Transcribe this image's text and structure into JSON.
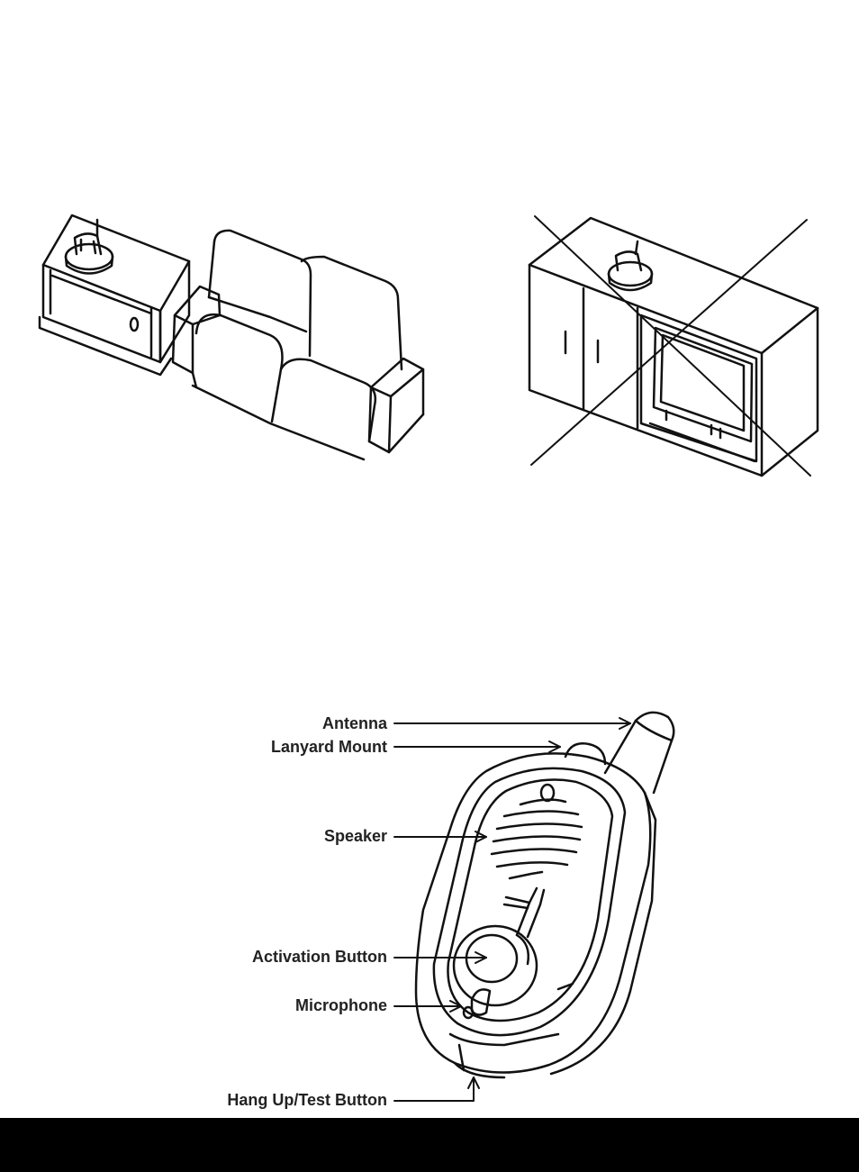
{
  "labels": {
    "antenna": "Antenna",
    "lanyard_mount": "Lanyard Mount",
    "speaker": "Speaker",
    "activation_button": "Activation Button",
    "microphone": "Microphone",
    "hang_up_test_button": "Hang Up/Test Button"
  },
  "colors": {
    "line": "#111111",
    "background": "#ffffff",
    "footer": "#000000"
  },
  "icons": {
    "correct_placement": "base-unit-on-table-near-sofa",
    "incorrect_placement": "base-unit-on-tv-cabinet-crossed-out",
    "device": "pendant-transmitter"
  }
}
